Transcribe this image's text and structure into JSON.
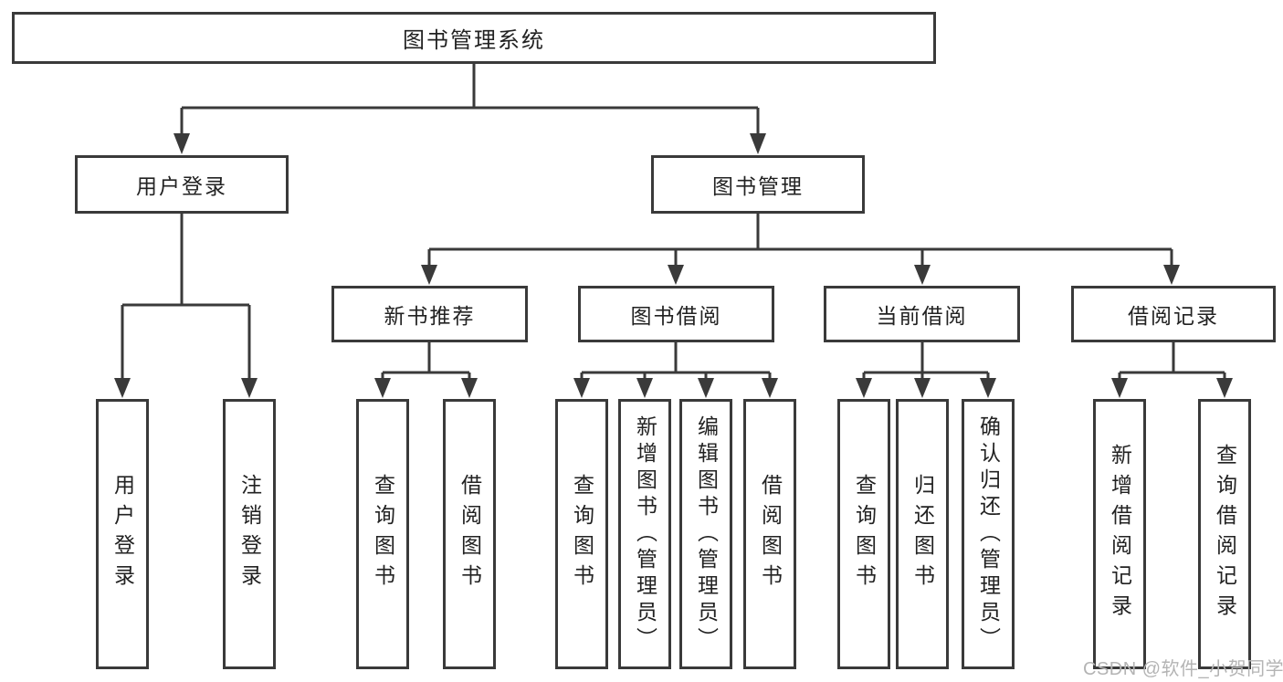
{
  "root": {
    "label": "图书管理系统"
  },
  "branches": {
    "user_login": {
      "label": "用户登录"
    },
    "book_management": {
      "label": "图书管理"
    }
  },
  "modules": {
    "new_book_recommend": {
      "label": "新书推荐"
    },
    "book_borrowing": {
      "label": "图书借阅"
    },
    "current_borrowing": {
      "label": "当前借阅"
    },
    "borrowing_records": {
      "label": "借阅记录"
    }
  },
  "functions": {
    "user_login": {
      "label": "用户登录"
    },
    "logout": {
      "label": "注销登录"
    },
    "recommend_query_books": {
      "label": "查询图书"
    },
    "recommend_borrow_books": {
      "label": "借阅图书"
    },
    "borrowing_query_books": {
      "label": "查询图书"
    },
    "borrowing_add_books_admin": {
      "label": "新增图书（管理员）"
    },
    "borrowing_edit_books_admin": {
      "label": "编辑图书（管理员）"
    },
    "borrowing_borrow_books": {
      "label": "借阅图书"
    },
    "current_query_books": {
      "label": "查询图书"
    },
    "current_return_books": {
      "label": "归还图书"
    },
    "current_confirm_return_admin": {
      "label": "确认归还（管理员）"
    },
    "records_add_record": {
      "label": "新增借阅记录"
    },
    "records_query_record": {
      "label": "查询借阅记录"
    }
  },
  "watermark": {
    "text": "CSDN @软件_小贺同学"
  },
  "colors": {
    "line": "#3a3a3a",
    "text": "#222222",
    "watermark": "#b4b4b4",
    "background": "#ffffff"
  }
}
